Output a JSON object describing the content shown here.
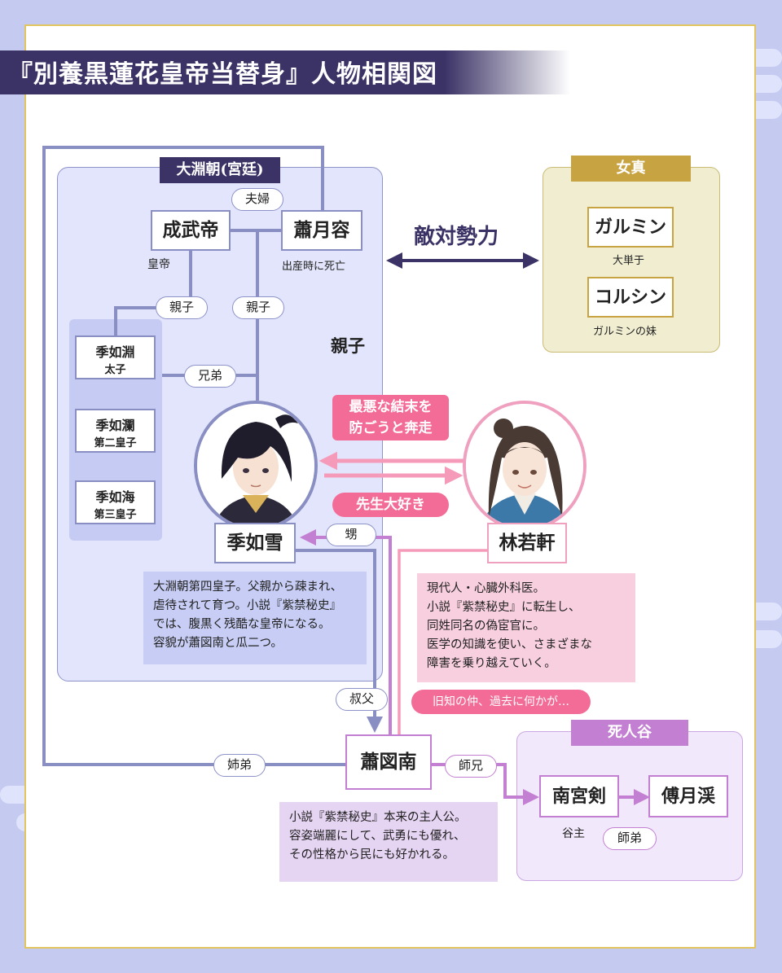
{
  "title": "『別養黒蓮花皇帝当替身』人物相関図",
  "factions": {
    "palace": "大淵朝(宮廷)",
    "jurchen": "女真",
    "valley": "死人谷"
  },
  "enemy_label": "敵対勢力",
  "characters": {
    "chengwudi": {
      "name": "成武帝",
      "caption": "皇帝"
    },
    "xiao_yuerong": {
      "name": "蕭月容",
      "caption": "出産時に死亡"
    },
    "ji_ruyuan": {
      "name": "季如淵",
      "sub": "太子"
    },
    "ji_rulan": {
      "name": "季如瀾",
      "sub": "第二皇子"
    },
    "ji_ruhai": {
      "name": "季如海",
      "sub": "第三皇子"
    },
    "ji_ruxue": {
      "name": "季如雪"
    },
    "lin_ruoxuan": {
      "name": "林若軒"
    },
    "xiao_tunan": {
      "name": "蕭図南"
    },
    "galmin": {
      "name": "ガルミン",
      "caption": "大単于"
    },
    "kolsin": {
      "name": "コルシン",
      "caption": "ガルミンの妹"
    },
    "nangong_jian": {
      "name": "南宮剣",
      "caption": "谷主"
    },
    "fu_yuexi": {
      "name": "傅月渓"
    }
  },
  "relations": {
    "fufu": "夫婦",
    "oyako_left": "親子",
    "oyako_right": "親子",
    "oyako_big": "親子",
    "kyoudai": "兄弟",
    "oi": "甥",
    "oji": "叔父",
    "shitei": "姉弟",
    "shikei": "師兄",
    "shitei2": "師弟"
  },
  "pink_labels": {
    "top": "最悪な結末を\n防ごうと奔走",
    "bottom": "先生大好き",
    "past": "旧知の仲、過去に何かが…"
  },
  "descriptions": {
    "ji_ruxue": "大淵朝第四皇子。父親から疎まれ、\n虐待されて育つ。小説『紫禁秘史』\nでは、腹黒く残酷な皇帝になる。\n容貌が蕭図南と瓜二つ。",
    "lin_ruoxuan": "現代人・心臓外科医。\n小説『紫禁秘史』に転生し、\n同姓同名の偽宦官に。\n医学の知識を使い、さまざまな\n障害を乗り越えていく。",
    "xiao_tunan": "小説『紫禁秘史』本来の主人公。\n容姿端麗にして、武勇にも優れ、\nその性格から民にも好かれる。"
  },
  "colors": {
    "navy": "#3b3366",
    "palace_line": "#8a8fc3",
    "gold": "#c8a342",
    "pink": "#f36c97",
    "purple": "#c37fd2"
  }
}
